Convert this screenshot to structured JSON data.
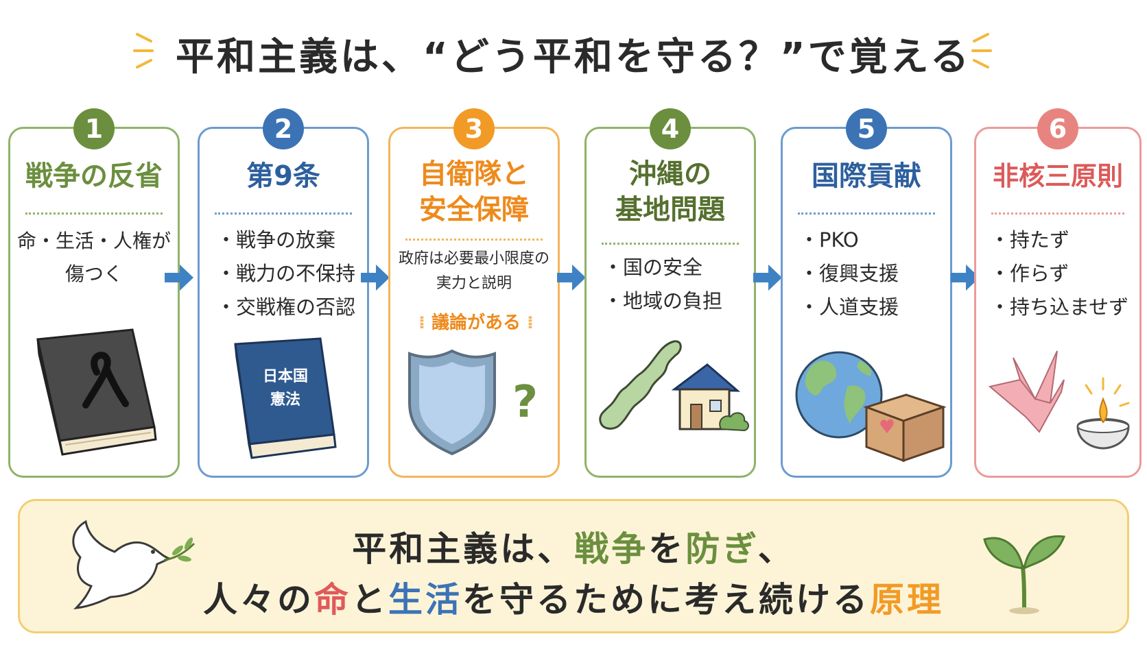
{
  "title": "平和主義は、“どう平和を守る？”で覚える",
  "colors": {
    "green": "#6b8f3e",
    "blue": "#3c73b5",
    "orange": "#f29a26",
    "red": "#e46a6a",
    "summary_bg": "#fdf4d8",
    "summary_border": "#f1cf72",
    "arrow": "#3f82c4"
  },
  "cards": [
    {
      "number": "1",
      "title": "戦争の反省",
      "lines": [
        "命・生活・人権が",
        "傷つく"
      ],
      "icon": "book-black-ribbon-icon"
    },
    {
      "number": "2",
      "title": "第9条",
      "lines": [
        "・戦争の放棄",
        "・戦力の不保持",
        "・交戦権の否認"
      ],
      "book_text": [
        "日本国",
        "憲法"
      ],
      "icon": "constitution-book-icon"
    },
    {
      "number": "3",
      "title_lines": [
        "自衛隊と",
        "安全保障"
      ],
      "lines": [
        "政府は必要最小限度の",
        "実力と説明"
      ],
      "note": "議論がある",
      "icon_mark": "?",
      "icon": "shield-question-icon"
    },
    {
      "number": "4",
      "title_lines": [
        "沖縄の",
        "基地問題"
      ],
      "lines": [
        "・国の安全",
        "・地域の負担"
      ],
      "icon": "okinawa-house-icon"
    },
    {
      "number": "5",
      "title": "国際貢献",
      "lines": [
        "・PKO",
        "・復興支援",
        "・人道支援"
      ],
      "icon": "globe-box-icon"
    },
    {
      "number": "6",
      "title": "非核三原則",
      "lines": [
        "・持たず",
        "・作らず",
        "・持ち込ませず"
      ],
      "icon": "crane-candle-icon"
    }
  ],
  "summary": {
    "line1": [
      {
        "text": "平和主義は、",
        "color": "#2a2a2a"
      },
      {
        "text": "戦争",
        "color": "#6b8f3e"
      },
      {
        "text": "を",
        "color": "#2a2a2a"
      },
      {
        "text": "防ぎ",
        "color": "#6b8f3e"
      },
      {
        "text": "、",
        "color": "#2a2a2a"
      }
    ],
    "line2": [
      {
        "text": "人々の",
        "color": "#2a2a2a"
      },
      {
        "text": "命",
        "color": "#e05a5a"
      },
      {
        "text": "と",
        "color": "#2a2a2a"
      },
      {
        "text": "生活",
        "color": "#3c73b5"
      },
      {
        "text": "を守るために考え続ける",
        "color": "#2a2a2a"
      },
      {
        "text": "原理",
        "color": "#f29a26"
      }
    ]
  }
}
